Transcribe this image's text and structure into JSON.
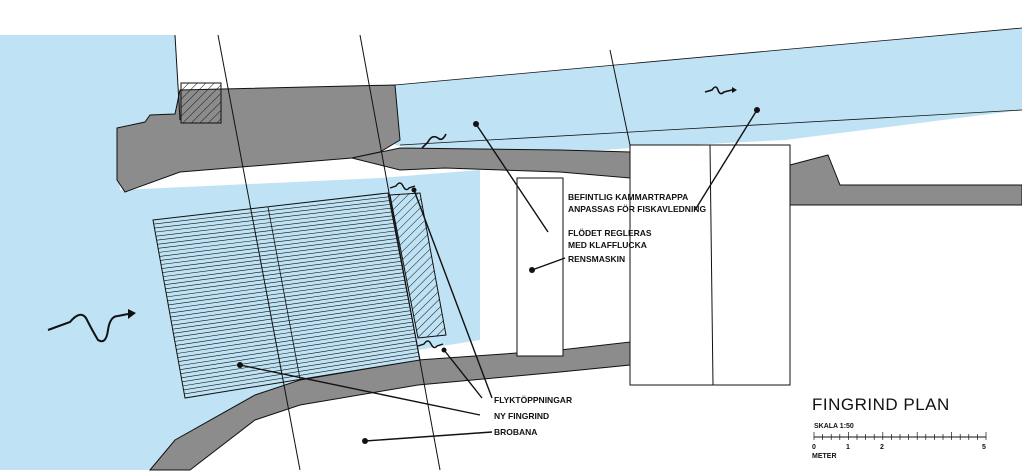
{
  "title": "FINGRIND PLAN",
  "scale": {
    "label": "SKALA 1:50",
    "unit": "METER",
    "ticks": [
      "0",
      "1",
      "2",
      "5"
    ]
  },
  "labels": {
    "kammartrappa": [
      "BEFINTLIG KAMMARTRAPPA",
      "ANPASSAS FÖR FISKAVLEDNING"
    ],
    "flodet": [
      "FLÖDET REGLERAS",
      "MED KLAFFLUCKA"
    ],
    "rensmaskin": "RENSMASKIN",
    "flyktoppningar": "FLYKTÖPPNINGAR",
    "ny_fingrind": "NY FINGRIND",
    "brobana": "BROBANA"
  },
  "colors": {
    "water": "#bfe3f5",
    "concrete": "#8c8c8c",
    "line": "#111111"
  }
}
